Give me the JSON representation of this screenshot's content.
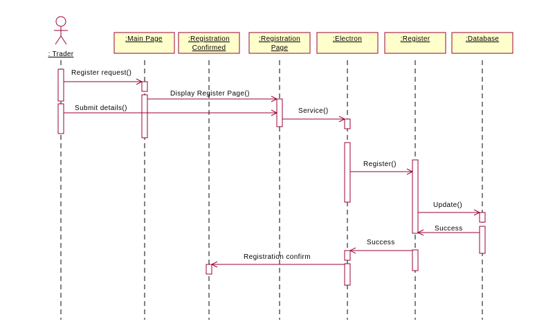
{
  "diagram": {
    "actor": {
      "label": ": Trader"
    },
    "objects": [
      {
        "id": "mainpage",
        "lines": [
          ":Main Page"
        ]
      },
      {
        "id": "regconf",
        "lines": [
          ":Registration",
          "Confirmed"
        ]
      },
      {
        "id": "regpage",
        "lines": [
          ":Registration",
          "Page"
        ]
      },
      {
        "id": "electron",
        "lines": [
          ":Electron"
        ]
      },
      {
        "id": "register",
        "lines": [
          ":Register"
        ]
      },
      {
        "id": "database",
        "lines": [
          ":Database"
        ]
      }
    ],
    "messages": [
      {
        "label": "Register request()"
      },
      {
        "label": "Display Register Page()"
      },
      {
        "label": "Submit details()"
      },
      {
        "label": "Service()"
      },
      {
        "label": "Register()"
      },
      {
        "label": "Update()"
      },
      {
        "label": "Success"
      },
      {
        "label": "Success"
      },
      {
        "label": "Registration confirm"
      }
    ]
  }
}
